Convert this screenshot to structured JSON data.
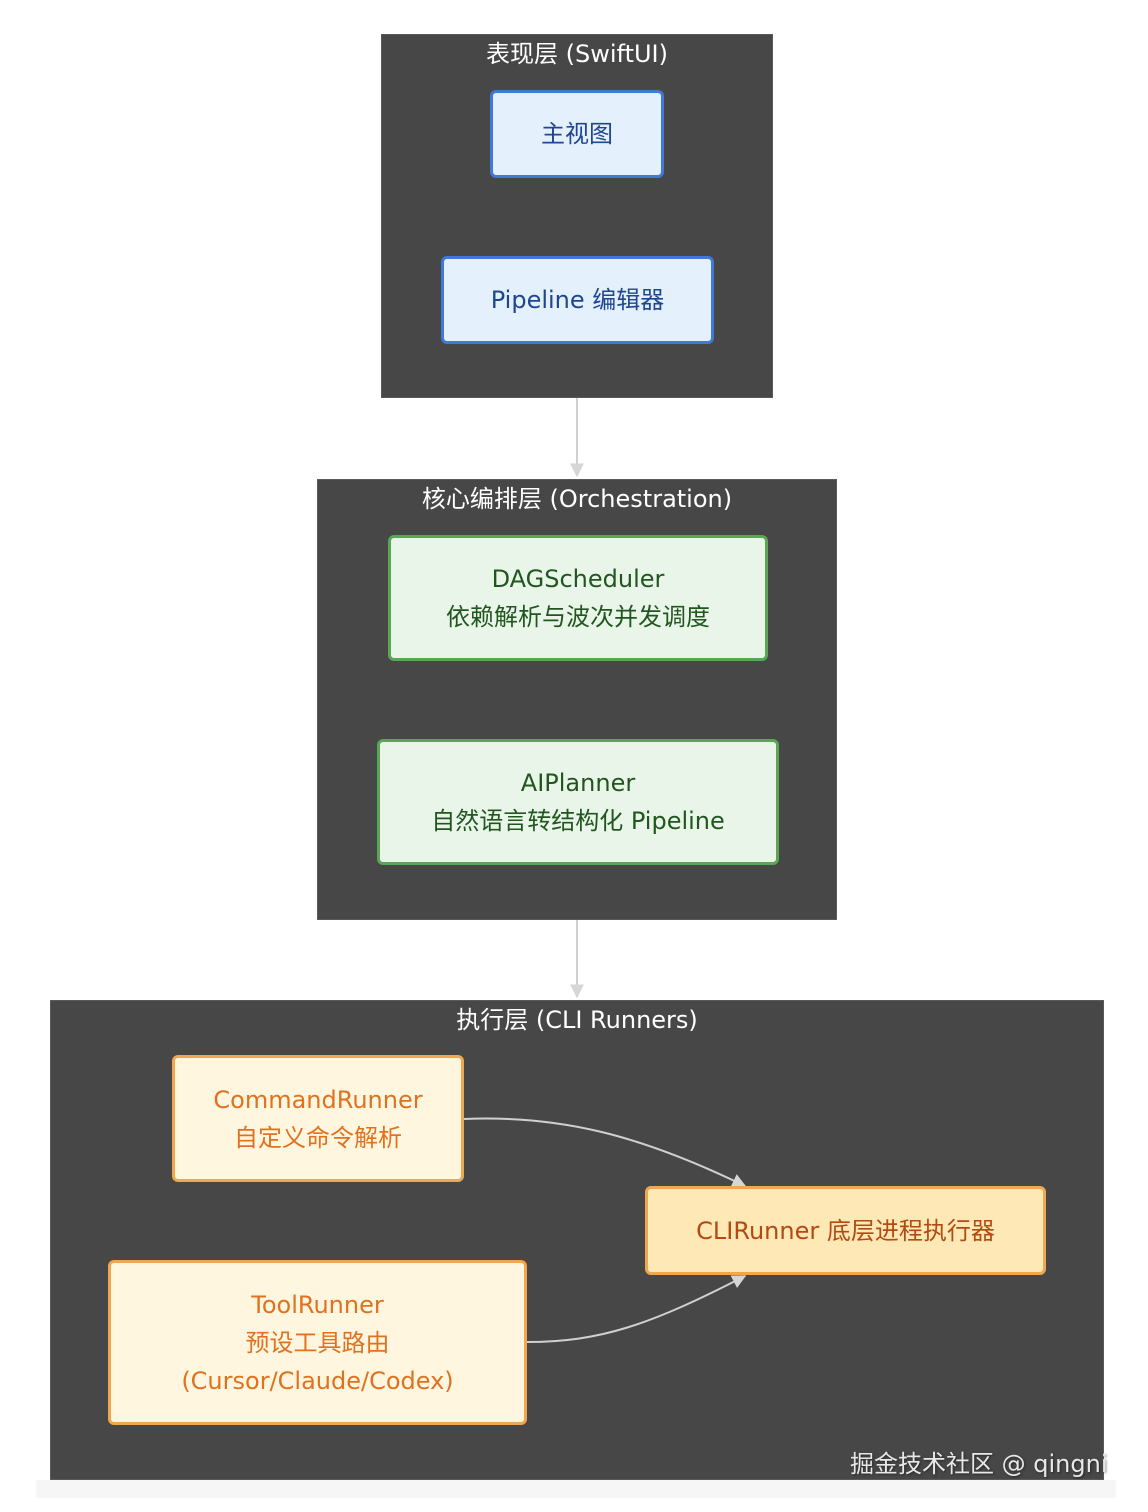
{
  "layers": {
    "presentation": {
      "title": "表现层 (SwiftUI)",
      "nodes": {
        "main_view": "主视图",
        "pipeline_editor": "Pipeline 编辑器"
      }
    },
    "orchestration": {
      "title": "核心编排层 (Orchestration)",
      "nodes": {
        "dag_scheduler": {
          "line1": "DAGScheduler",
          "line2": "依赖解析与波次并发调度"
        },
        "ai_planner": {
          "line1": "AIPlanner",
          "line2": "自然语言转结构化 Pipeline"
        }
      }
    },
    "execution": {
      "title": "执行层 (CLI Runners)",
      "nodes": {
        "command_runner": {
          "line1": "CommandRunner",
          "line2": "自定义命令解析"
        },
        "tool_runner": {
          "line1": "ToolRunner",
          "line2": "预设工具路由",
          "line3": "(Cursor/Claude/Codex)"
        },
        "cli_runner": "CLIRunner 底层进程执行器"
      }
    }
  },
  "watermark": "掘金技术社区 @ qingni",
  "colors": {
    "layer_bg": "#474747",
    "edge": "#d0d0d0",
    "blue_fill": "#e4f1fc",
    "blue_border": "#3f7ad8",
    "green_fill": "#e9f5e9",
    "green_border": "#5aa655",
    "orange_fill": "#fff6e0",
    "orange_border": "#f0a752"
  }
}
